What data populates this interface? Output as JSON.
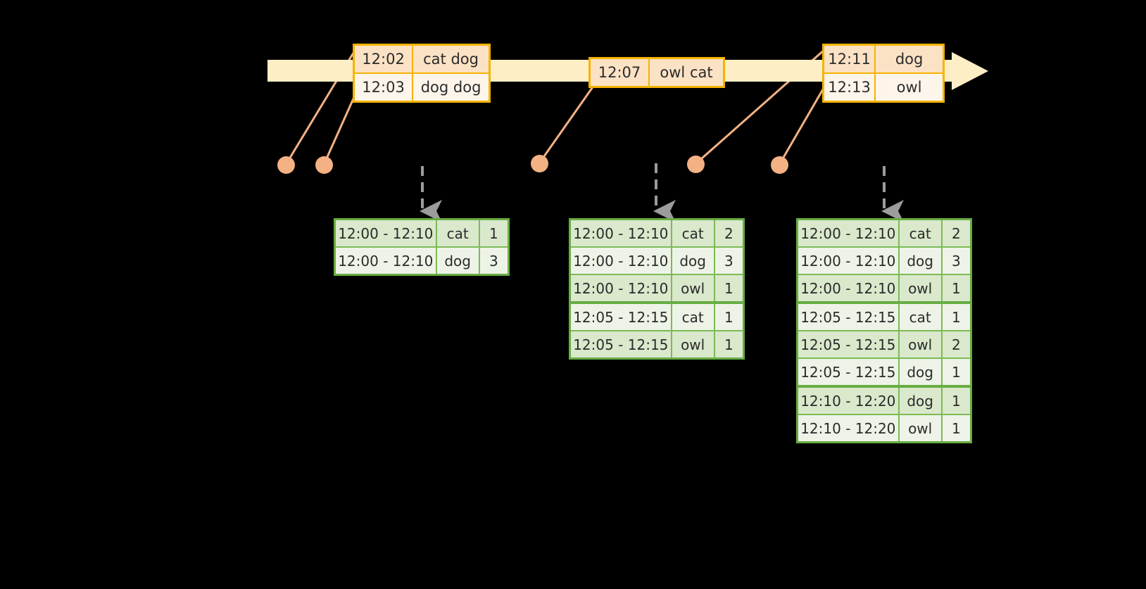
{
  "diagram": {
    "title": "sliding-window-word-count-timeline",
    "colors": {
      "background": "#000000",
      "timeline_fill": "#fdeec6",
      "event_border": "#f5b301",
      "event_fill": "#fdf4ea",
      "event_fill_shaded": "#fce2c4",
      "table_border": "#67ad44",
      "table_fill": "#eef3e7",
      "table_fill_shaded": "#dae8cc",
      "connector": "#f4b183",
      "trigger_arrow": "#9c9c9c"
    },
    "timeline": {
      "name": "event-stream-timeline",
      "direction": "left-to-right",
      "events": [
        {
          "box": "event-box-1",
          "rows": [
            {
              "time": "12:02",
              "words": "cat dog"
            },
            {
              "time": "12:03",
              "words": "dog dog"
            }
          ]
        },
        {
          "box": "event-box-2",
          "rows": [
            {
              "time": "12:07",
              "words": "owl cat"
            }
          ]
        },
        {
          "box": "event-box-3",
          "rows": [
            {
              "time": "12:11",
              "words": "dog"
            },
            {
              "time": "12:13",
              "words": "owl"
            }
          ]
        }
      ]
    },
    "results": [
      {
        "name": "result-table-1",
        "rows": [
          {
            "window": "12:00 - 12:10",
            "word": "cat",
            "count": "1"
          },
          {
            "window": "12:00 - 12:10",
            "word": "dog",
            "count": "3"
          }
        ]
      },
      {
        "name": "result-table-2",
        "rows": [
          {
            "window": "12:00 - 12:10",
            "word": "cat",
            "count": "2"
          },
          {
            "window": "12:00 - 12:10",
            "word": "dog",
            "count": "3"
          },
          {
            "window": "12:00 - 12:10",
            "word": "owl",
            "count": "1"
          },
          {
            "window": "12:05 - 12:15",
            "word": "cat",
            "count": "1"
          },
          {
            "window": "12:05 - 12:15",
            "word": "owl",
            "count": "1"
          }
        ]
      },
      {
        "name": "result-table-3",
        "rows": [
          {
            "window": "12:00 - 12:10",
            "word": "cat",
            "count": "2"
          },
          {
            "window": "12:00 - 12:10",
            "word": "dog",
            "count": "3"
          },
          {
            "window": "12:00 - 12:10",
            "word": "owl",
            "count": "1"
          },
          {
            "window": "12:05 - 12:15",
            "word": "cat",
            "count": "1"
          },
          {
            "window": "12:05 - 12:15",
            "word": "owl",
            "count": "2"
          },
          {
            "window": "12:05 - 12:15",
            "word": "dog",
            "count": "1"
          },
          {
            "window": "12:10 - 12:20",
            "word": "dog",
            "count": "1"
          },
          {
            "window": "12:10 - 12:20",
            "word": "owl",
            "count": "1"
          }
        ]
      }
    ]
  }
}
